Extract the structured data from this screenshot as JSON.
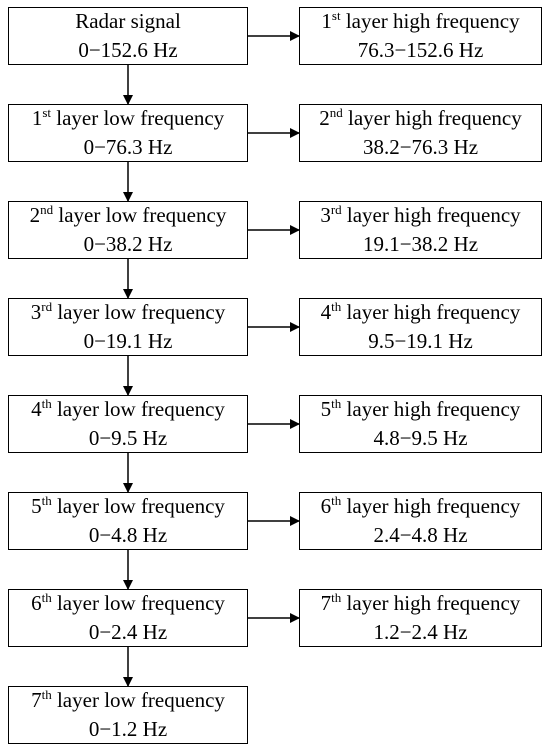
{
  "left_column": [
    {
      "title": "Radar signal",
      "ordinal": "",
      "range": "0−152.6 Hz"
    },
    {
      "title": " layer low frequency",
      "ordinal": "1st",
      "range": "0−76.3 Hz"
    },
    {
      "title": " layer low frequency",
      "ordinal": "2nd",
      "range": "0−38.2 Hz"
    },
    {
      "title": " layer low frequency",
      "ordinal": "3rd",
      "range": "0−19.1 Hz"
    },
    {
      "title": " layer low frequency",
      "ordinal": "4th",
      "range": "0−9.5 Hz"
    },
    {
      "title": " layer low frequency",
      "ordinal": "5th",
      "range": "0−4.8 Hz"
    },
    {
      "title": " layer low frequency",
      "ordinal": "6th",
      "range": "0−2.4 Hz"
    },
    {
      "title": " layer low frequency",
      "ordinal": "7th",
      "range": "0−1.2 Hz"
    }
  ],
  "right_column": [
    {
      "title": " layer high frequency",
      "ordinal": "1st",
      "range": "76.3−152.6 Hz"
    },
    {
      "title": " layer high frequency",
      "ordinal": "2nd",
      "range": "38.2−76.3 Hz"
    },
    {
      "title": " layer high frequency",
      "ordinal": "3rd",
      "range": "19.1−38.2 Hz"
    },
    {
      "title": " layer high frequency",
      "ordinal": "4th",
      "range": "9.5−19.1 Hz"
    },
    {
      "title": " layer high frequency",
      "ordinal": "5th",
      "range": "4.8−9.5 Hz"
    },
    {
      "title": " layer high frequency",
      "ordinal": "6th",
      "range": "2.4−4.8 Hz"
    },
    {
      "title": " layer high frequency",
      "ordinal": "7th",
      "range": "1.2−2.4 Hz"
    }
  ],
  "colors": {
    "line": "#000000",
    "box_fill": "#ffffff",
    "text": "#000000"
  }
}
